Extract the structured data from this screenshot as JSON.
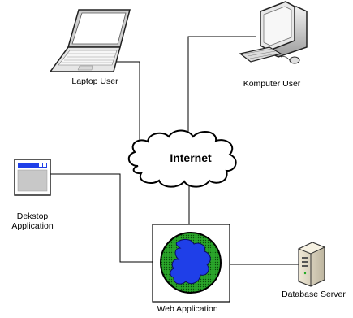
{
  "nodes": {
    "laptop": {
      "label": "Laptop User"
    },
    "komputer": {
      "label": "Komputer User"
    },
    "internet": {
      "label": "Internet"
    },
    "dekstop": {
      "label": "Dekstop Application"
    },
    "web": {
      "label": "Web Application"
    },
    "database": {
      "label": "Database Server"
    }
  },
  "connections": [
    [
      "laptop",
      "internet"
    ],
    [
      "komputer",
      "internet"
    ],
    [
      "dekstop",
      "web"
    ],
    [
      "internet",
      "web"
    ],
    [
      "web",
      "database"
    ]
  ],
  "colors": {
    "line": "#000000",
    "globe_ocean": "#1a8c1a",
    "globe_land": "#1f3fe8",
    "desktop_titlebar": "#1f3fe8",
    "desktop_body": "#c8c8c8",
    "screen": "#dfe7ef"
  }
}
